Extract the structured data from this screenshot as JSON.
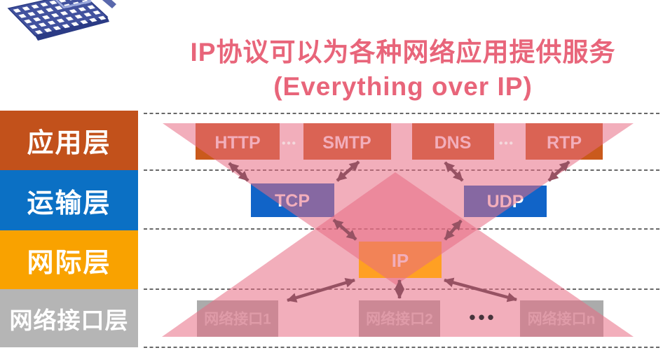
{
  "title": {
    "line1": "IP协议可以为各种网络应用提供服务",
    "line2": "(Everything over IP)"
  },
  "sidebar": {
    "layers": [
      {
        "id": "application-layer",
        "label": "应用层",
        "color": "#c2511b"
      },
      {
        "id": "transport-layer",
        "label": "运输层",
        "color": "#0b70c4"
      },
      {
        "id": "internet-layer",
        "label": "网际层",
        "color": "#f9a200"
      },
      {
        "id": "network-interface-layer",
        "label": "网络接口层",
        "color": "#b5b5b5"
      }
    ]
  },
  "diagram": {
    "application_protocols": [
      "HTTP",
      "SMTP",
      "DNS",
      "RTP"
    ],
    "transport_protocols": [
      "TCP",
      "UDP"
    ],
    "internet_protocol": "IP",
    "network_interfaces": [
      "网络接口1",
      "网络接口2",
      "网络接口n"
    ],
    "ellipsis": "•••",
    "colors": {
      "application_box": "#ca5a1c",
      "transport_box": "#1164c8",
      "ip_box": "#ffa023",
      "interface_box": "#ababab",
      "interface_text": "#d6d6d6",
      "box_text": "#ffffff",
      "hourglass_overlay": "rgba(231,108,131,0.55)",
      "arrow": "#975263",
      "title_text": "#e8657a",
      "divider": "#686868",
      "laptop_body": "#42529e"
    }
  }
}
